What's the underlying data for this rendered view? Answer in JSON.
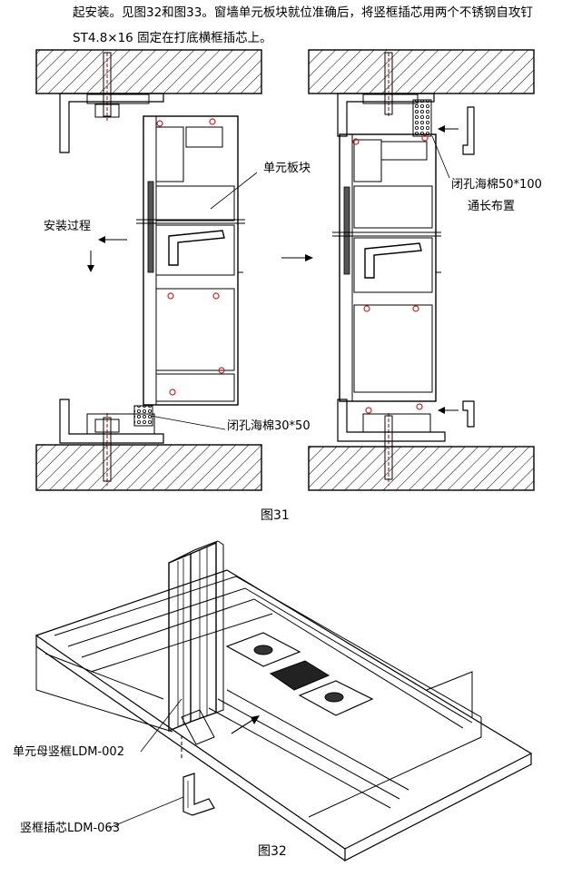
{
  "intro": {
    "line1": "起安装。见图32和图33。窗墙单元板块就位准确后，将竖框插芯用两个不锈钢自攻钉",
    "line2": "ST4.8×16 固定在打底横框插芯上。"
  },
  "figure31": {
    "label_panel": "单元板块",
    "label_process": "安装过程",
    "label_foam_top_1": "闭孔海棉50*100",
    "label_foam_top_2": "通长布置",
    "label_foam_bottom": "闭孔海棉30*50",
    "caption": "图31"
  },
  "figure32": {
    "label_mullion": "单元母竖框LDM-002",
    "label_insert": "竖框插芯LDM-063",
    "caption": "图32"
  },
  "colors": {
    "ink": "#000000",
    "accent": "#cc2222",
    "paper": "#ffffff"
  }
}
